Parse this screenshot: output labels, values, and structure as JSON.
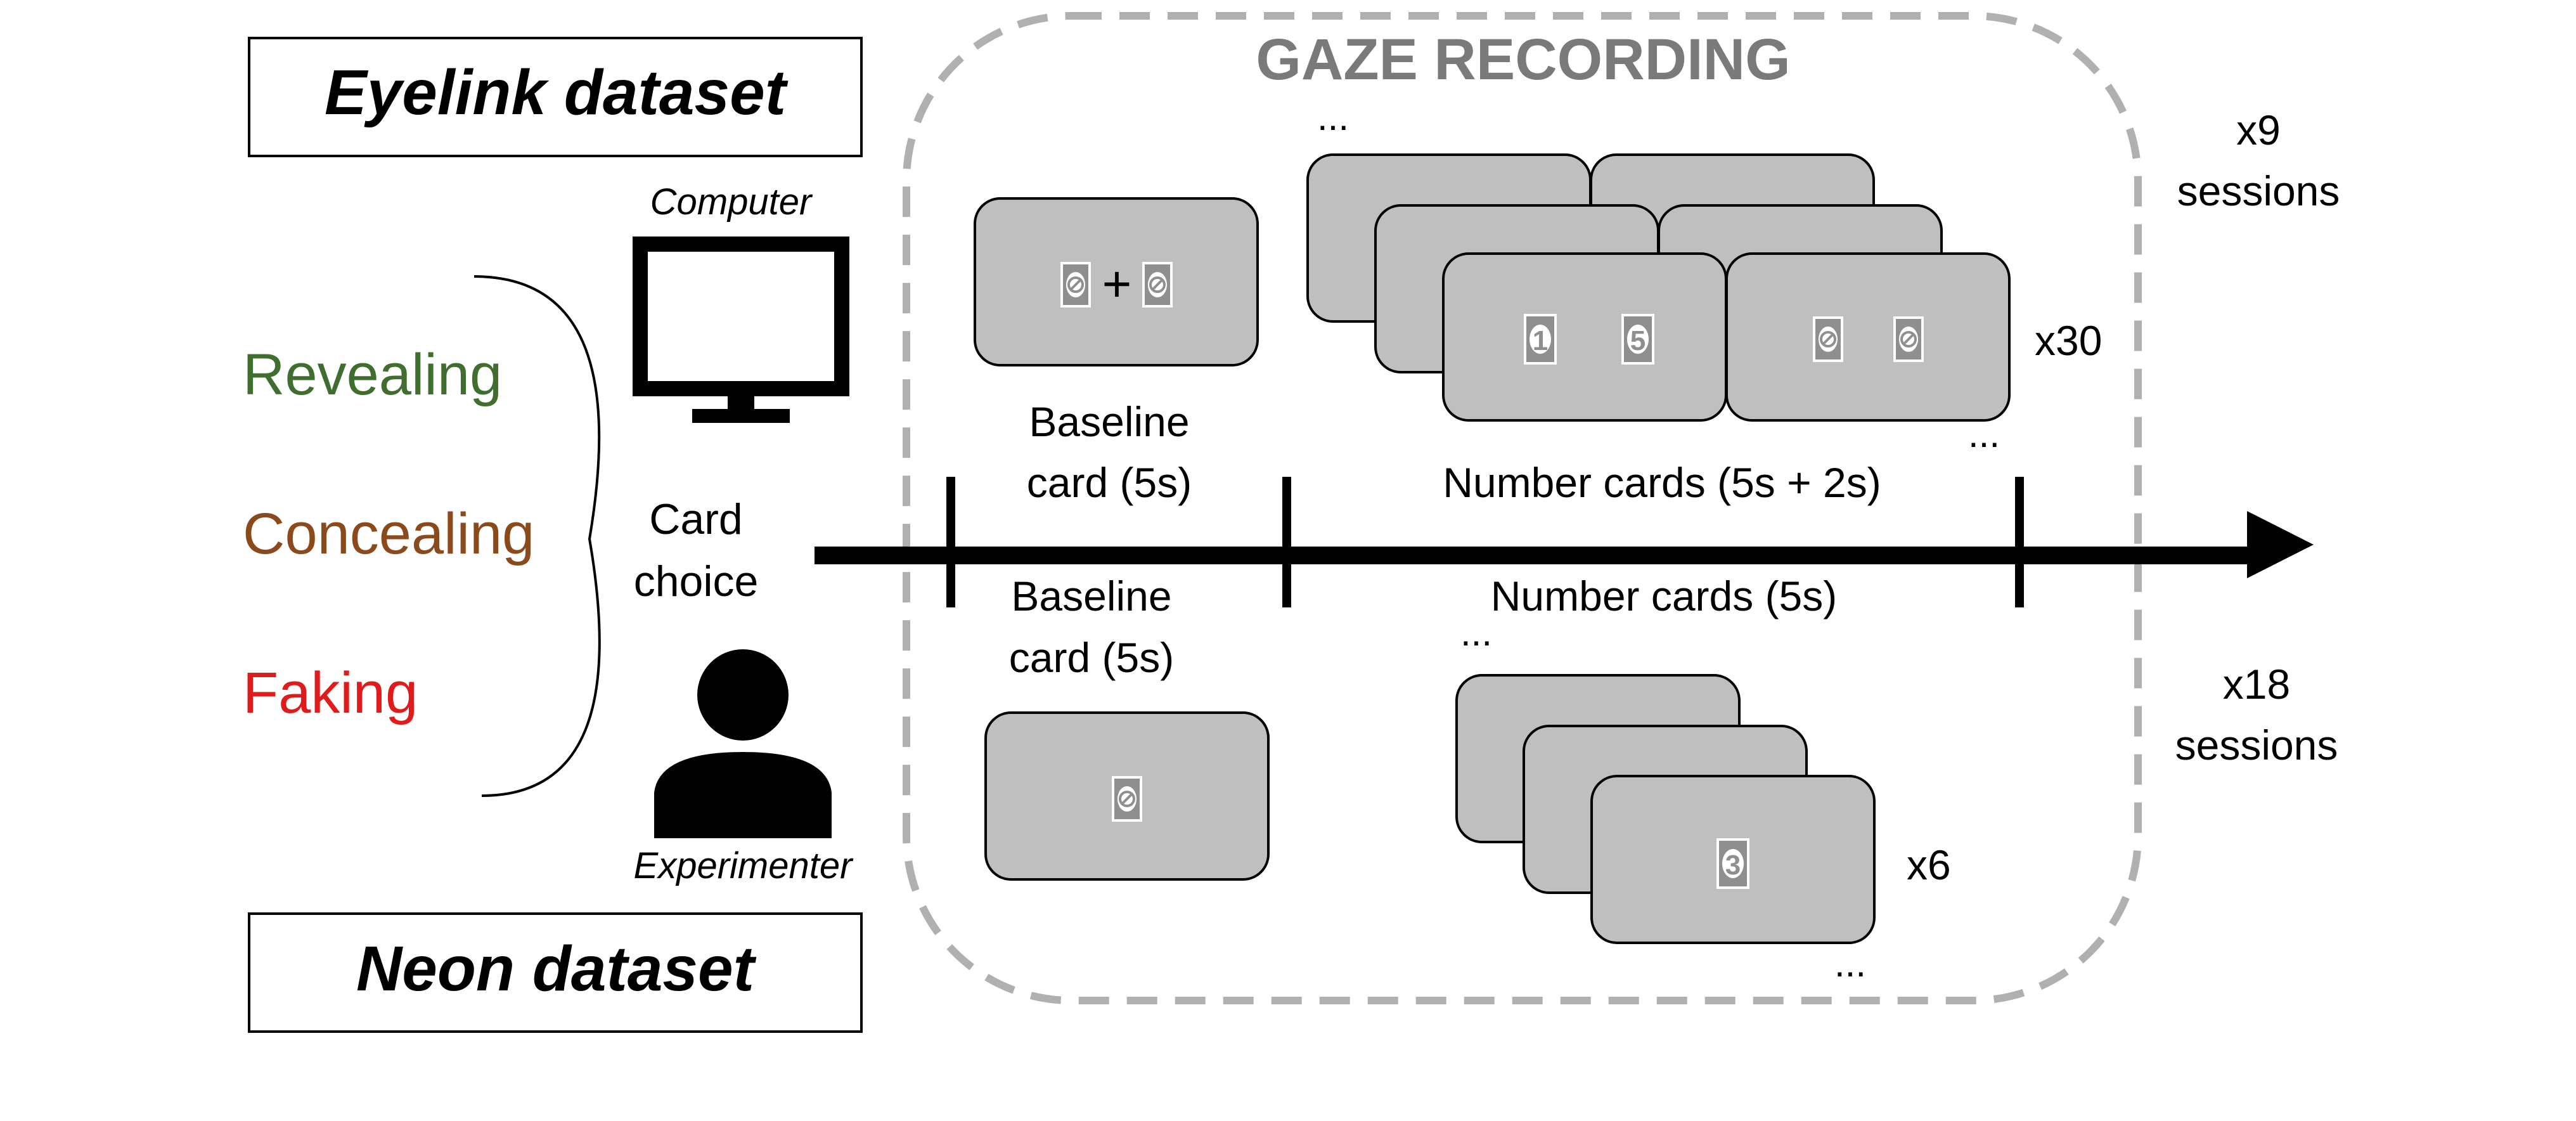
{
  "datasets": {
    "top": "Eyelink dataset",
    "bottom": "Neon dataset"
  },
  "devices": {
    "computer_label": "Computer",
    "experimenter_label": "Experimenter"
  },
  "conditions": [
    {
      "label": "Revealing",
      "color": "#3f6e2e"
    },
    {
      "label": "Concealing",
      "color": "#8a4a1c"
    },
    {
      "label": "Faking",
      "color": "#e01b1b"
    }
  ],
  "card_choice": [
    "Card",
    "choice"
  ],
  "recording": {
    "title": "GAZE RECORDING",
    "border_color": "#b0b0b0"
  },
  "top_row": {
    "baseline_label": [
      "Baseline",
      "card (5s)"
    ],
    "numbers_label": "Number cards (5s + 2s)",
    "repeat": "x30",
    "sessions": [
      "x9",
      "sessions"
    ],
    "baseline_card_text": "+",
    "card_digits": [
      "1",
      "5"
    ],
    "ellipsis_top": "...",
    "ellipsis_bottom": "..."
  },
  "bottom_row": {
    "baseline_label": [
      "Baseline",
      "card (5s)"
    ],
    "numbers_label": "Number cards (5s)",
    "repeat": "x6",
    "sessions": [
      "x18",
      "sessions"
    ],
    "card_digits": [
      "3"
    ],
    "ellipsis_top": "...",
    "ellipsis_bottom": "..."
  },
  "colors": {
    "card_fill": "#bfbfbf",
    "axis": "#000000"
  }
}
